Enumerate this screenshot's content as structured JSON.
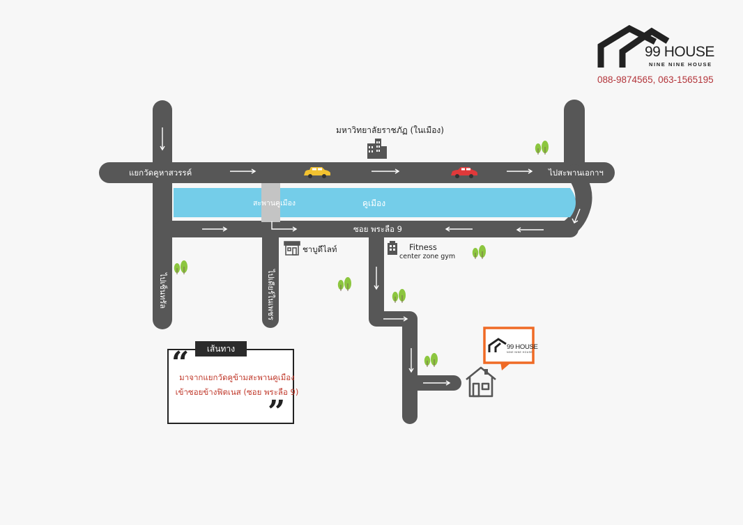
{
  "brand": {
    "name": "99 HOUSE",
    "tagline": "NINE NINE HOUSE",
    "phones": "088-9874565, 063-1565195"
  },
  "landmarks": {
    "university": "มหาวิทยาลัยราชภัฏ (ในเมือง)",
    "intersection_wat": "แยกวัดคูหาสวรรค์",
    "to_bridge": "ไปสะพานเอกาฯ",
    "bridge": "สะพานคูเมือง",
    "moat": "คูเมือง",
    "soi": "ซอย พระลือ 9",
    "shabu": "ชาบูดีไลท์",
    "fitness_line1": "Fitness",
    "fitness_line2": "center zone gym",
    "road_left": "ไปเซ็นทรัล",
    "road_mid": "ไปเดียร์ในเพชร"
  },
  "route_note": {
    "title": "เส้นทาง",
    "line1": "มาจากแยกวัดคูข้ามสะพานคูเมือง",
    "line2": "เข้าซอยข้างฟิตเนส (ซอย พระลือ 9)"
  },
  "pin": {
    "name": "99 HOUSE",
    "tagline": "NINE NINE HOUSE"
  },
  "colors": {
    "road": "#575757",
    "moat": "#74cde9",
    "accent_orange": "#ef6a25",
    "phone_red": "#b3343a",
    "tree_green": "#8cc63f",
    "car_yellow": "#f2c230",
    "car_red": "#e0393a"
  },
  "icons": [
    "logo-roof-icon",
    "building-icon",
    "car-icon",
    "tree-icon",
    "shop-icon",
    "house-icon",
    "arrow-icon"
  ]
}
